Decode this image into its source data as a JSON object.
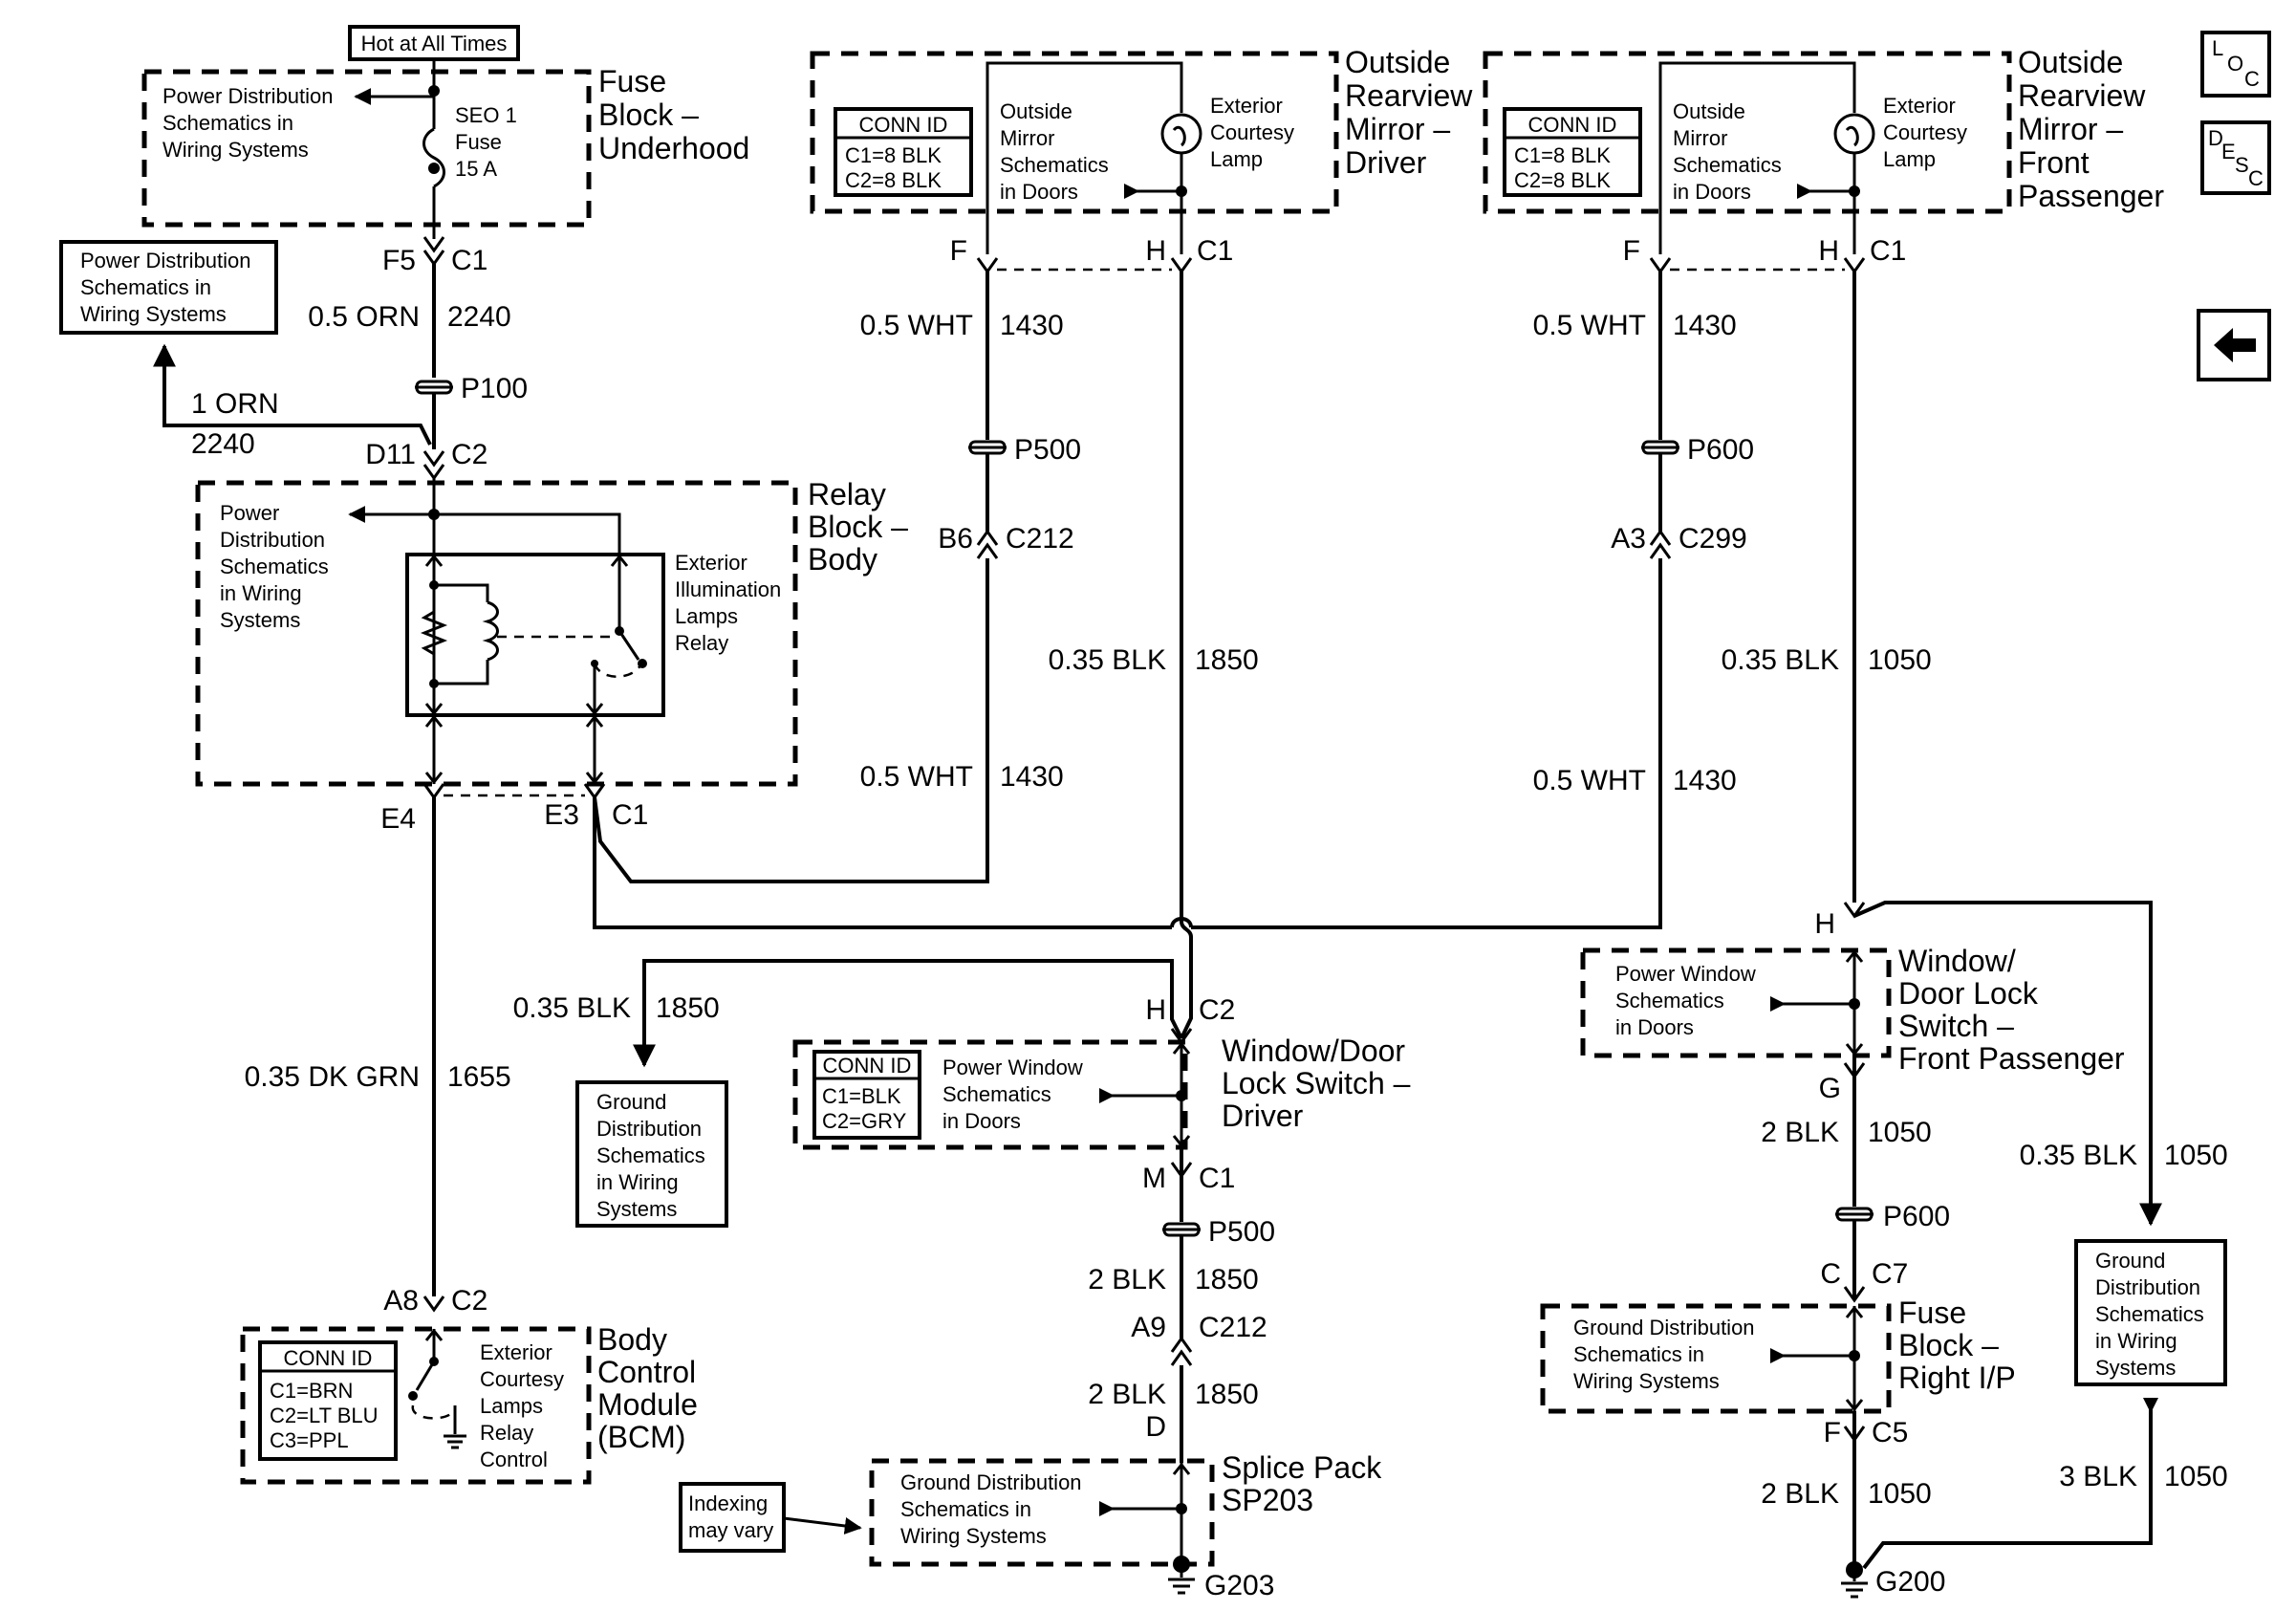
{
  "top": {
    "hot_label": "Hot at All Times",
    "fuse_block_underhood": [
      "Fuse",
      "Block –",
      "Underhood"
    ],
    "fuse_name": [
      "SEO 1",
      "Fuse",
      "15 A"
    ],
    "pd_schematics": [
      "Power Distribution",
      "Schematics in",
      "Wiring Systems"
    ],
    "pd_schematics_box": [
      "Power Distribution",
      "Schematics in",
      "Wiring Systems"
    ]
  },
  "relay": {
    "block_title": [
      "Relay",
      "Block –",
      "Body"
    ],
    "pd_schematics": [
      "Power",
      "Distribution",
      "Schematics",
      "in Wiring",
      "Systems"
    ],
    "relay_name": [
      "Exterior",
      "Illumination",
      "Lamps",
      "Relay"
    ]
  },
  "mirror_driver": {
    "title": [
      "Outside",
      "Rearview",
      "Mirror –",
      "Driver"
    ],
    "conn_id_title": "CONN ID",
    "conn_id_lines": [
      "C1=8 BLK",
      "C2=8 BLK"
    ],
    "schem": [
      "Outside",
      "Mirror",
      "Schematics",
      "in Doors"
    ],
    "lamp": [
      "Exterior",
      "Courtesy",
      "Lamp"
    ]
  },
  "mirror_passenger": {
    "title": [
      "Outside",
      "Rearview",
      "Mirror –",
      "Front",
      "Passenger"
    ],
    "conn_id_title": "CONN ID",
    "conn_id_lines": [
      "C1=8 BLK",
      "C2=8 BLK"
    ],
    "schem": [
      "Outside",
      "Mirror",
      "Schematics",
      "in Doors"
    ],
    "lamp": [
      "Exterior",
      "Courtesy",
      "Lamp"
    ]
  },
  "side_buttons": {
    "loc": "LOC",
    "desc": "DESC",
    "back": "back-arrow-icon"
  },
  "connectors": {
    "f5": "F5",
    "c1_a": "C1",
    "d11": "D11",
    "c2_a": "C2",
    "e4": "E4",
    "e3": "E3",
    "c1_b": "C1",
    "f_drv": "F",
    "h_drv": "H",
    "c1_drv": "C1",
    "b6": "B6",
    "c212_a": "C212",
    "f_pass": "F",
    "h_pass": "H",
    "c1_pass": "C1",
    "a3": "A3",
    "c299": "C299",
    "h_wd": "H",
    "c2_wd": "C2",
    "m": "M",
    "c1_wd": "C1",
    "a9": "A9",
    "c212_b": "C212",
    "d": "D",
    "h_wp": "H",
    "g_wp": "G",
    "c": "C",
    "c7": "C7",
    "f_fb": "F",
    "c5": "C5",
    "a8": "A8",
    "c2_bcm": "C2"
  },
  "splices": {
    "p100": "P100",
    "p500_a": "P500",
    "p600_a": "P600",
    "p500_b": "P500",
    "p600_b": "P600"
  },
  "wires": {
    "w1_size": "0.5 ORN",
    "w1_circuit": "2240",
    "w2_size": "1 ORN",
    "w2_circuit": "2240",
    "w3_size": "0.5 WHT",
    "w3_circuit": "1430",
    "w4_size": "0.5 WHT",
    "w4_circuit": "1430",
    "w5_size": "0.35 BLK",
    "w5_circuit": "1850",
    "w6_size": "0.5 WHT",
    "w6_circuit": "1430",
    "w7_size": "0.5 WHT",
    "w7_circuit": "1430",
    "w8_size": "0.35 BLK",
    "w8_circuit": "1050",
    "w9_size": "0.35 BLK",
    "w9_circuit": "1850",
    "w10_size": "0.35 DK GRN",
    "w10_circuit": "1655",
    "w11_size": "2 BLK",
    "w11_circuit": "1850",
    "w12_size": "2 BLK",
    "w12_circuit": "1850",
    "w13_size": "2 BLK",
    "w13_circuit": "1050",
    "w14_size": "0.35 BLK",
    "w14_circuit": "1050",
    "w15_size": "2 BLK",
    "w15_circuit": "1050",
    "w16_size": "3 BLK",
    "w16_circuit": "1050"
  },
  "switch_driver": {
    "title": [
      "Window/Door",
      "Lock Switch –",
      "Driver"
    ],
    "conn_id_title": "CONN ID",
    "conn_id_lines": [
      "C1=BLK",
      "C2=GRY"
    ],
    "schem": [
      "Power Window",
      "Schematics",
      "in Doors"
    ]
  },
  "switch_passenger": {
    "title": [
      "Window/",
      "Door Lock",
      "Switch –",
      "Front Passenger"
    ],
    "schem": [
      "Power Window",
      "Schematics",
      "in Doors"
    ]
  },
  "ground_left": {
    "lines": [
      "Ground",
      "Distribution",
      "Schematics",
      "in Wiring",
      "Systems"
    ]
  },
  "ground_right": {
    "lines": [
      "Ground",
      "Distribution",
      "Schematics",
      "in Wiring",
      "Systems"
    ]
  },
  "fuse_ip": {
    "title": [
      "Fuse",
      "Block –",
      "Right I/P"
    ],
    "schem": [
      "Ground Distribution",
      "Schematics in",
      "Wiring Systems"
    ]
  },
  "splice_pack": {
    "title": [
      "Splice Pack",
      "SP203"
    ],
    "schem": [
      "Ground Distribution",
      "Schematics in",
      "Wiring Systems"
    ],
    "indexing": [
      "Indexing",
      "may vary"
    ],
    "g203": "G203",
    "g200": "G200"
  },
  "bcm": {
    "title": [
      "Body",
      "Control",
      "Module",
      "(BCM)"
    ],
    "conn_id_title": "CONN ID",
    "conn_id_lines": [
      "C1=BRN",
      "C2=LT BLU",
      "C3=PPL"
    ],
    "relay": [
      "Exterior",
      "Courtesy",
      "Lamps",
      "Relay",
      "Control"
    ]
  }
}
